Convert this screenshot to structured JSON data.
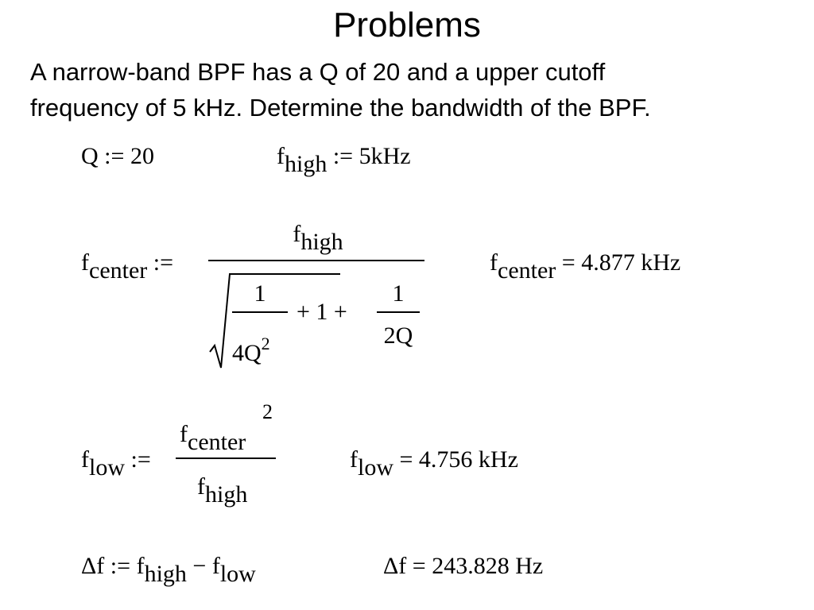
{
  "title": "Problems",
  "problem_line1": "A narrow-band BPF has a Q of 20 and a upper cutoff",
  "problem_line2": "frequency of 5 kHz. Determine the bandwidth of the BPF.",
  "symbols": {
    "Q": "Q",
    "f": "f",
    "high": "high",
    "low": "low",
    "center": "center",
    "delta": "Δf"
  },
  "ops": {
    "define": ":=",
    "equals": "=",
    "plus": "+",
    "minus": "−"
  },
  "givens": {
    "q_value": "20",
    "f_high_value": "5kHz"
  },
  "center_formula": {
    "term1_num": "1",
    "term1_den": "4Q",
    "term1_den_exp": "2",
    "middle": "1",
    "term2_num": "1",
    "term2_den": "2Q",
    "result": "4.877 kHz"
  },
  "low_formula": {
    "exp": "2",
    "result": "4.756 kHz"
  },
  "bandwidth": {
    "result": "243.828 Hz"
  }
}
